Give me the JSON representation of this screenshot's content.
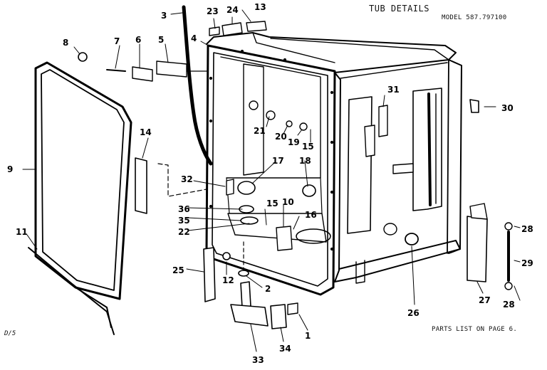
{
  "header": {
    "title": "TUB DETAILS",
    "model": "MODEL 587.797100",
    "parts_ref": "PARTS LIST ON PAGE 6.",
    "diagram_code": "D/5"
  },
  "callouts": {
    "c1": "1",
    "c2": "2",
    "c3": "3",
    "c4": "4",
    "c5": "5",
    "c6": "6",
    "c7": "7",
    "c8": "8",
    "c9": "9",
    "c10": "10",
    "c11": "11",
    "c12": "12",
    "c13": "13",
    "c14": "14",
    "c15a": "15",
    "c15b": "15",
    "c16": "16",
    "c17": "17",
    "c18": "18",
    "c19": "19",
    "c20": "20",
    "c21": "21",
    "c22": "22",
    "c23": "23",
    "c24": "24",
    "c25": "25",
    "c26": "26",
    "c27": "27",
    "c28a": "28",
    "c28b": "28",
    "c29": "29",
    "c30": "30",
    "c31": "31",
    "c32": "32",
    "c33": "33",
    "c34": "34",
    "c35": "35",
    "c36": "36"
  }
}
